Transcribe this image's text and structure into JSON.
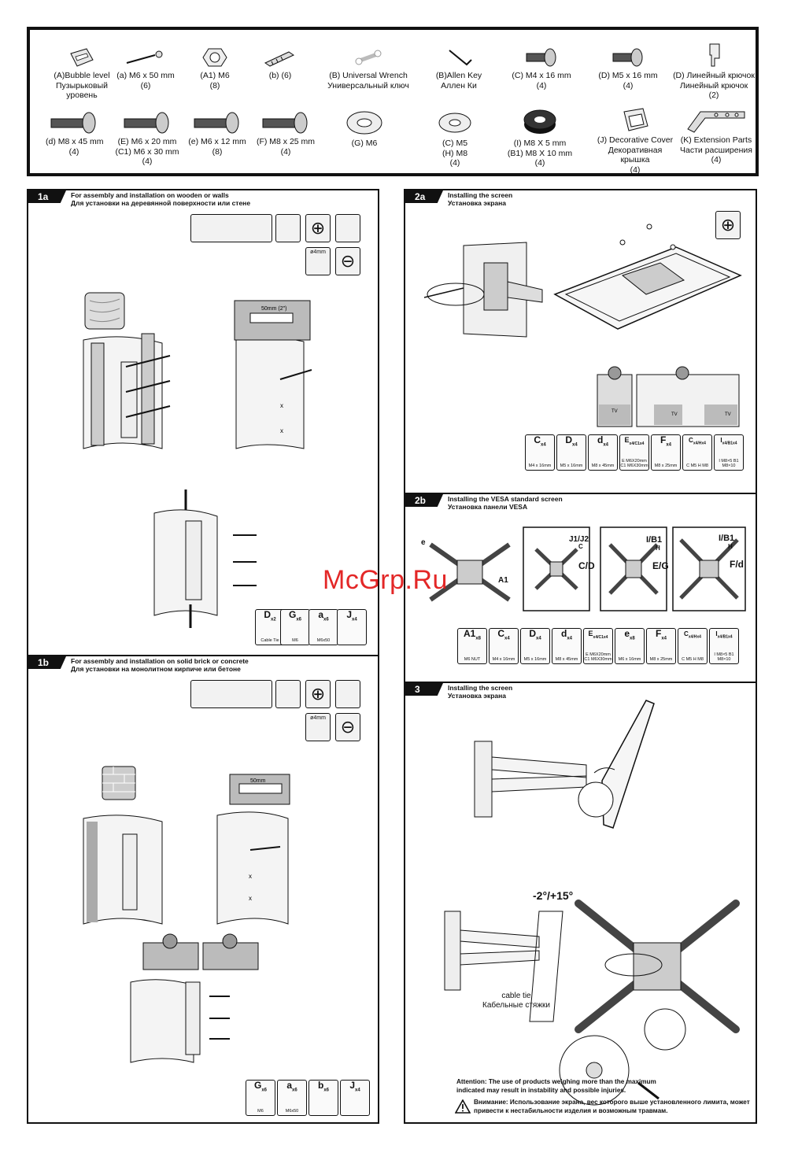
{
  "parts": [
    {
      "lines": [
        "(A)Bubble level",
        "Пузырьковый",
        "уровень"
      ],
      "icon": "bubble-level-icon"
    },
    {
      "lines": [
        "(a) M6 x 50 mm",
        "(6)"
      ],
      "icon": "screw-long-icon"
    },
    {
      "lines": [
        "(A1) M6",
        "(8)"
      ],
      "icon": "hex-nut-icon"
    },
    {
      "lines": [
        "(b) (6)"
      ],
      "icon": "wall-anchor-icon"
    },
    {
      "lines": [
        "(B) Universal Wrench",
        "Универсальный ключ"
      ],
      "icon": "wrench-icon"
    },
    {
      "lines": [
        "(B)Allen Key",
        "Аллен Ки"
      ],
      "icon": "allen-key-icon"
    },
    {
      "lines": [
        "(C) M4 x 16 mm",
        "(4)"
      ],
      "icon": "bolt-icon"
    },
    {
      "lines": [
        "(D) M5 x 16 mm",
        "(4)"
      ],
      "icon": "bolt-icon"
    },
    {
      "lines": [
        "(D) Линейный крючок",
        "Линейный крючок",
        "(2)"
      ],
      "icon": "hook-icon"
    },
    {
      "lines": [
        "(d) M8 x 45 mm",
        "(4)"
      ],
      "icon": "bolt-long-icon"
    },
    {
      "lines": [
        "(E) M6 x 20 mm",
        "(C1) M6 x 30 mm",
        "(4)"
      ],
      "icon": "bolt-long-icon"
    },
    {
      "lines": [
        "(e) M6 x 12 mm",
        "(8)"
      ],
      "icon": "bolt-long-icon"
    },
    {
      "lines": [
        "(F) M8 x 25 mm",
        "(4)"
      ],
      "icon": "bolt-long-icon"
    },
    {
      "lines": [
        "(G) M6"
      ],
      "icon": "flat-washer-icon"
    },
    {
      "lines": [
        "(C) M5",
        "(H) M8",
        "(4)"
      ],
      "icon": "washer-icon"
    },
    {
      "lines": [
        "(I) M8 X 5 mm",
        "(B1) M8 X 10 mm",
        "(4)"
      ],
      "icon": "spacer-icon"
    },
    {
      "lines": [
        "(J) Decorative Cover",
        "Декоративная",
        "крышка",
        "(4)"
      ],
      "icon": "cover-icon"
    },
    {
      "lines": [
        "(K) Extension Parts",
        "Части расширения",
        "(4)"
      ],
      "icon": "extension-bar-icon"
    }
  ],
  "s1a": {
    "badge": "1a",
    "title_en": "For assembly and installation on wooden or walls",
    "title_ru": "Для установки на деревянной поверхности или стене",
    "dim": "50mm (2\")",
    "drill": "ø4mm",
    "hw": [
      {
        "c": "D",
        "n": "x2",
        "s": "Cable Tie"
      },
      {
        "c": "G",
        "n": "x6",
        "s": "M6"
      },
      {
        "c": "a",
        "n": "x6",
        "s": "M6x50"
      },
      {
        "c": "J",
        "n": "x4",
        "s": ""
      }
    ]
  },
  "s1b": {
    "badge": "1b",
    "title_en": "For assembly and installation on solid brick or concrete",
    "title_ru": "Для установки на монолитном кирпиче или бетоне",
    "dim": "50mm",
    "drill": "ø4mm",
    "hw": [
      {
        "c": "G",
        "n": "x6",
        "s": "M6"
      },
      {
        "c": "a",
        "n": "x6",
        "s": "M6x50"
      },
      {
        "c": "b",
        "n": "x6",
        "s": ""
      },
      {
        "c": "J",
        "n": "x4",
        "s": ""
      }
    ]
  },
  "s2a": {
    "badge": "2a",
    "title_en": "Installing the screen",
    "title_ru": "Установка экрана",
    "tv": "TV",
    "hw": [
      {
        "c": "C",
        "n": "x4",
        "s": "M4 x 16mm"
      },
      {
        "c": "D",
        "n": "x4",
        "s": "M5 x 16mm"
      },
      {
        "c": "d",
        "n": "x4",
        "s": "M8 x 45mm"
      },
      {
        "c": "E",
        "n": "x4/C1x4",
        "s": "E M6X20mm C1 M6X30mm"
      },
      {
        "c": "F",
        "n": "x4",
        "s": "M8 x 25mm"
      },
      {
        "c": "C",
        "n": "x4/Hx4",
        "s": "C M5 H M8"
      },
      {
        "c": "I",
        "n": "x4/B1x4",
        "s": "I M8×5 B1 M8×10"
      }
    ]
  },
  "s2b": {
    "badge": "2b",
    "title_en": "Installing the VESA standard screen",
    "title_ru": "Установка панели VESA",
    "labels": {
      "e": "e",
      "a1": "A1",
      "j": "J1/J2",
      "c": "C",
      "cd": "C/D",
      "ib1a": "I/B1",
      "h1": "H",
      "eg": "E/G",
      "ib1b": "I/B1",
      "h2": "H",
      "fd": "F/d"
    },
    "hw": [
      {
        "c": "A1",
        "n": "x8",
        "s": "M6 NUT"
      },
      {
        "c": "C",
        "n": "x4",
        "s": "M4 x 16mm"
      },
      {
        "c": "D",
        "n": "x4",
        "s": "M5 x 16mm"
      },
      {
        "c": "d",
        "n": "x4",
        "s": "M8 x 45mm"
      },
      {
        "c": "E",
        "n": "x4/C1x4",
        "s": "E M6X20mm C1 M6X30mm"
      },
      {
        "c": "e",
        "n": "x8",
        "s": "M6 x 16mm"
      },
      {
        "c": "F",
        "n": "x4",
        "s": "M8 x 25mm"
      },
      {
        "c": "C",
        "n": "x4/Hx4",
        "s": "C M5 H M8"
      },
      {
        "c": "I",
        "n": "x4/B1x4",
        "s": "I M8×5 B1 M8×10"
      }
    ]
  },
  "s3": {
    "badge": "3",
    "title_en": "Installing the screen",
    "title_ru": "Установка экрана",
    "tilt": "-2°/+15°",
    "cable_en": "cable tie",
    "cable_ru": "Кабельные стяжки",
    "attention_1": "Attention: The use of products weighing more than the maximum",
    "attention_2": "indicated may result in instability and possible injuries.",
    "warning_1": "Внимание: Использование экрана, вес которого выше установленного лимита, может",
    "warning_2": "привести к нестабильности изделия и возможным травмам."
  },
  "watermark": "McGrp.Ru"
}
